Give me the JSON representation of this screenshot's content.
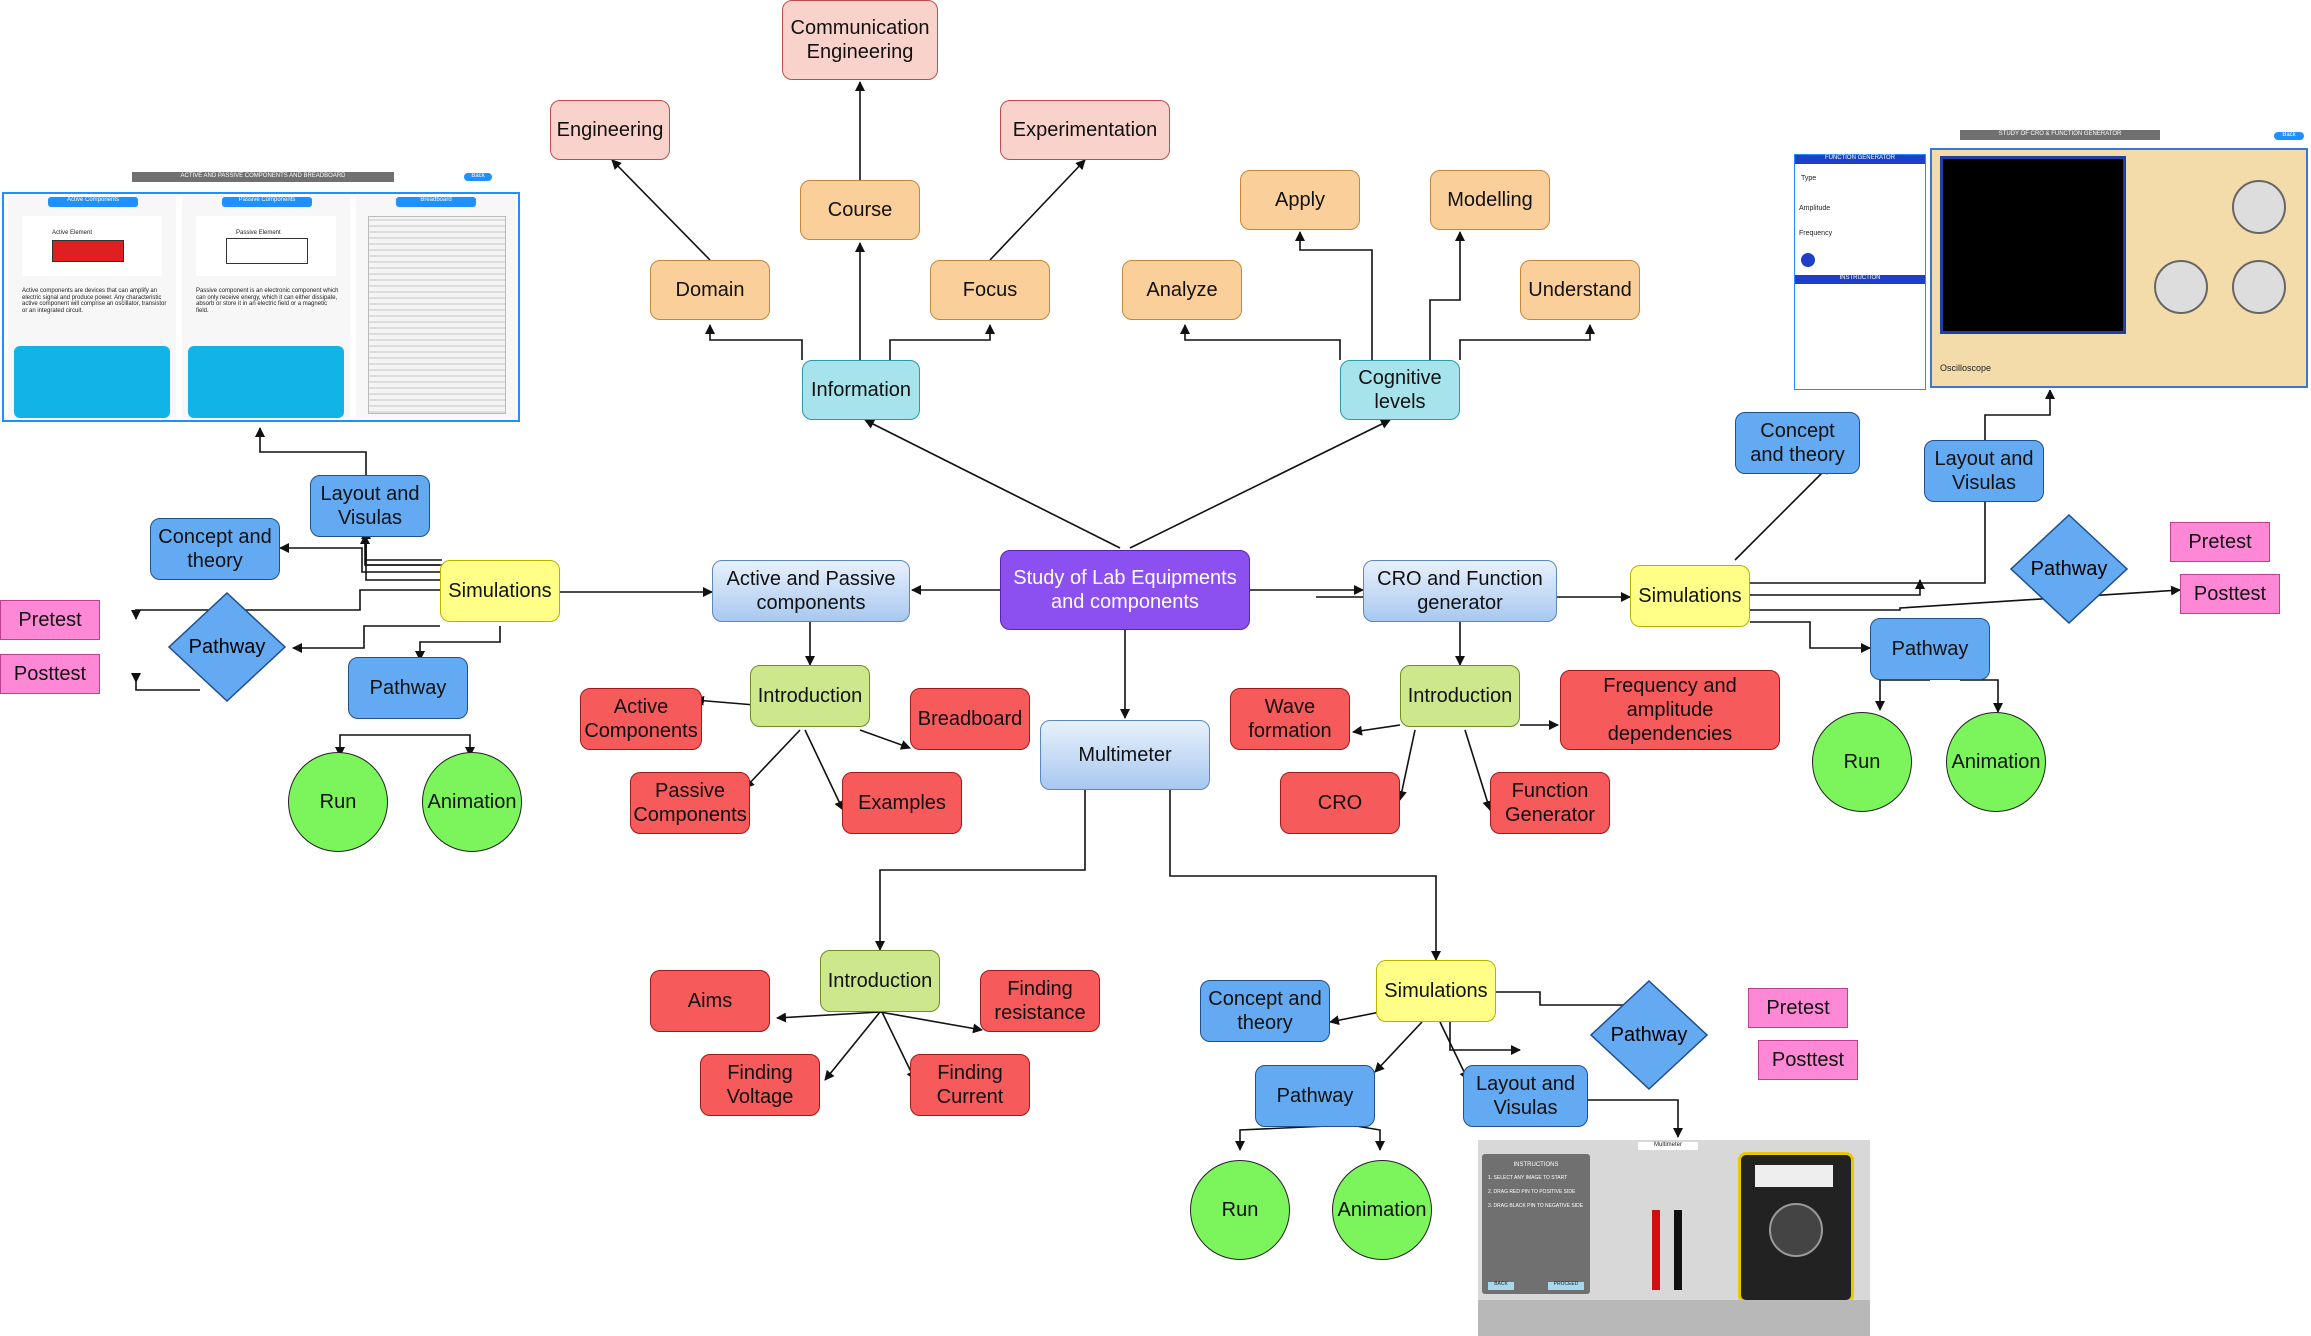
{
  "nodes": {
    "center": "Study of Lab Equipments and components",
    "information": "Information",
    "cognitive": "Cognitive levels",
    "domain": "Domain",
    "course": "Course",
    "focus": "Focus",
    "engineering": "Engineering",
    "communication": "Communication Engineering",
    "experimentation": "Experimentation",
    "analyze": "Analyze",
    "apply": "Apply",
    "modelling": "Modelling",
    "understand": "Understand",
    "active_passive": "Active and Passive components",
    "cro_fg": "CRO and Function generator",
    "multimeter": "Multimeter",
    "ap_intro": "Introduction",
    "ap_active": "Active Components",
    "ap_passive": "Passive Components",
    "ap_examples": "Examples",
    "ap_breadboard": "Breadboard",
    "cro_intro": "Introduction",
    "cro_wave": "Wave formation",
    "cro_freq": "Frequency and amplitude dependencies",
    "cro_cro": "CRO",
    "cro_fgen": "Function Generator",
    "mm_intro": "Introduction",
    "mm_aims": "Aims",
    "mm_resistance": "Finding resistance",
    "mm_voltage": "Finding Voltage",
    "mm_current": "Finding Current",
    "ls_sim": "Simulations",
    "ls_layout": "Layout and Visulas",
    "ls_concept": "Concept and theory",
    "ls_pathway_d": "Pathway",
    "ls_pretest": "Pretest",
    "ls_posttest": "Posttest",
    "ls_pathway": "Pathway",
    "ls_run": "Run",
    "ls_anim": "Animation",
    "rs_sim": "Simulations",
    "rs_concept": "Concept and theory",
    "rs_layout": "Layout and Visulas",
    "rs_pathway_d": "Pathway",
    "rs_pretest": "Pretest",
    "rs_posttest": "Posttest",
    "rs_pathway": "Pathway",
    "rs_run": "Run",
    "rs_anim": "Animation",
    "ms_sim": "Simulations",
    "ms_concept": "Concept and theory",
    "ms_pathway": "Pathway",
    "ms_layout": "Layout and Visulas",
    "ms_pathway_d": "Pathway",
    "ms_pretest": "Pretest",
    "ms_posttest": "Posttest",
    "ms_run": "Run",
    "ms_anim": "Animation"
  },
  "thumb_ap": {
    "title": "ACTIVE AND PASSIVE COMPONENTS AND BREADBOARD",
    "back": "Back",
    "tab1": "Active Components",
    "tab2": "Passive Components",
    "tab3": "Breadboard",
    "el1": "Active Element",
    "el2": "Passive Element",
    "text1": "Active components are devices that can amplify an electric signal and produce power. Any characteristic active component will comprise an oscillator, transistor or an integrated circuit.",
    "text2": "Passive component is an electronic component which can only receive energy, which it can either dissipate, absorb or store it in an electric field or a magnetic field."
  },
  "thumb_cro": {
    "title": "STUDY OF CRO & FUNCTION GENERATOR",
    "back": "Back",
    "fg": "FUNCTION GENERATOR",
    "type": "Type",
    "amp": "Amplitude",
    "freq": "Frequency",
    "instr": "INSTRUCTION",
    "osc": "Oscilloscope"
  },
  "thumb_mm": {
    "title": "Multimeter",
    "instr": "INSTRUCTIONS",
    "step1": "1. SELECT ANY IMAGE TO START",
    "step2": "2. DRAG RED PIN TO POSITIVE SIDE",
    "step3": "3. DRAG BLACK PIN TO NEGATIVE SIDE",
    "back": "BACK",
    "proceed": "PROCEED"
  }
}
